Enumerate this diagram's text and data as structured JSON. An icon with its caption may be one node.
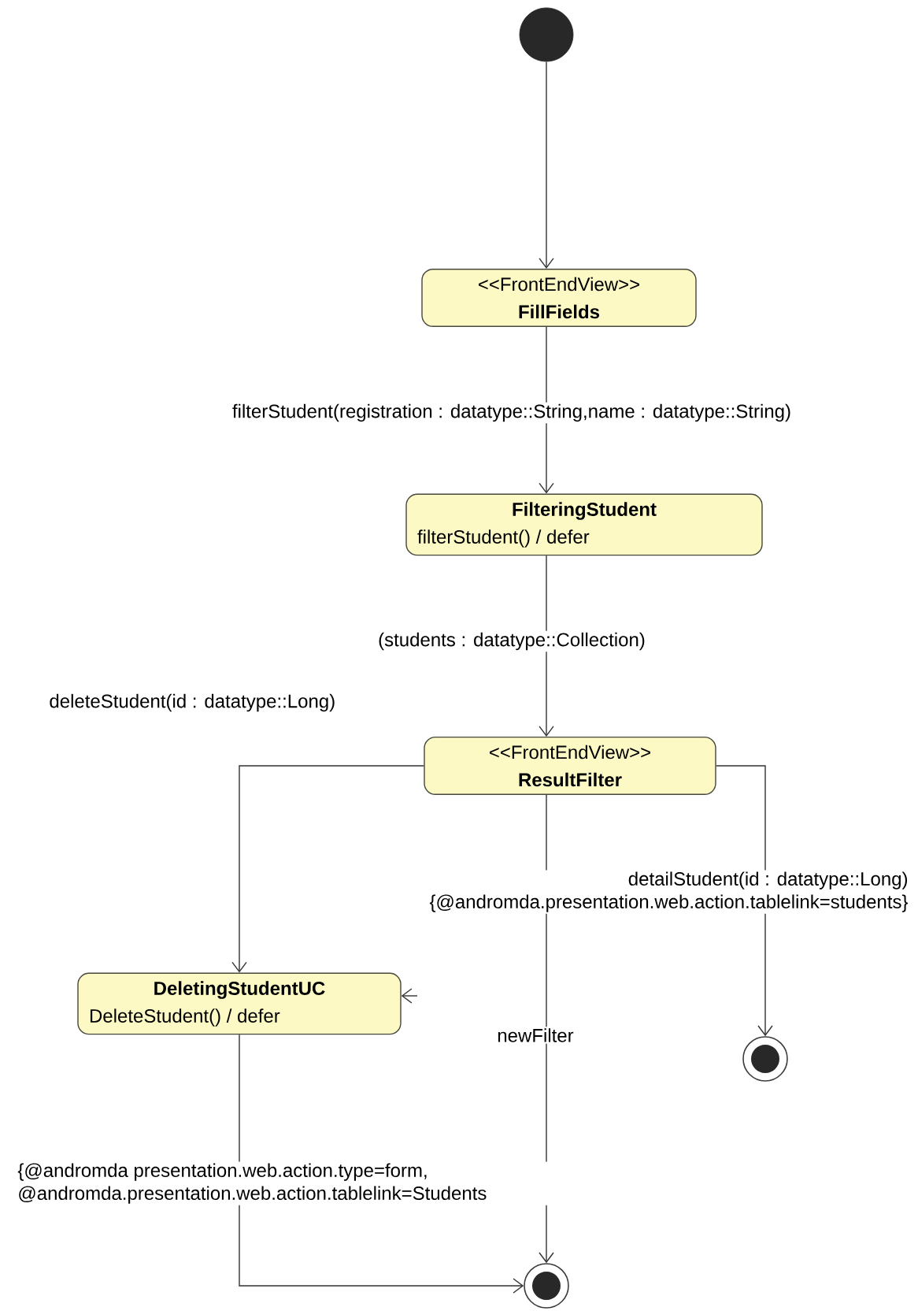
{
  "diagram": {
    "nodes": [
      {
        "text": [],
        "shape": "circle"
      },
      {
        "text": [
          "<<FrontEndView>>",
          "FillFields"
        ]
      },
      {
        "text": [
          "FilteringStudent",
          "filterStudent() / defer"
        ]
      },
      {
        "text": [
          "<<FrontEndView>>",
          "ResultFilter"
        ]
      },
      {
        "text": [
          "DeletingStudentUC",
          "DeleteStudent() / defer"
        ]
      },
      {
        "text": [],
        "shape": "circle"
      },
      {
        "text": [],
        "shape": "circle"
      }
    ],
    "edges": [
      {
        "from": 0,
        "to": 1,
        "arrow": "to"
      },
      {
        "from": 1,
        "to": 2,
        "arrow": "to",
        "label": "filterStudent(registration : datatype::String,name : datatype::String)"
      },
      {
        "from": 2,
        "to": 3,
        "arrow": "to",
        "label": "(students : datatype::Collection)"
      },
      {
        "from": 3,
        "to": 4,
        "arrow": "to",
        "label": "deleteStudent(id : datatype::Long)"
      },
      {
        "from": 3,
        "to": 5,
        "arrow": "to",
        "label": "detailStudent(id : datatype::Long) {@andromda.presentation.web.action.tablelink=students}"
      },
      {
        "from": 3,
        "to": 6,
        "arrow": "to",
        "label": "newFilter"
      },
      {
        "from": 4,
        "to": 6,
        "arrow": "to",
        "label": "{@andromda presentation.web.action.type=form, @andromda.presentation.web.action.tablelink=Students"
      },
      {
        "from": null,
        "to": 4,
        "arrow": "to"
      }
    ]
  }
}
